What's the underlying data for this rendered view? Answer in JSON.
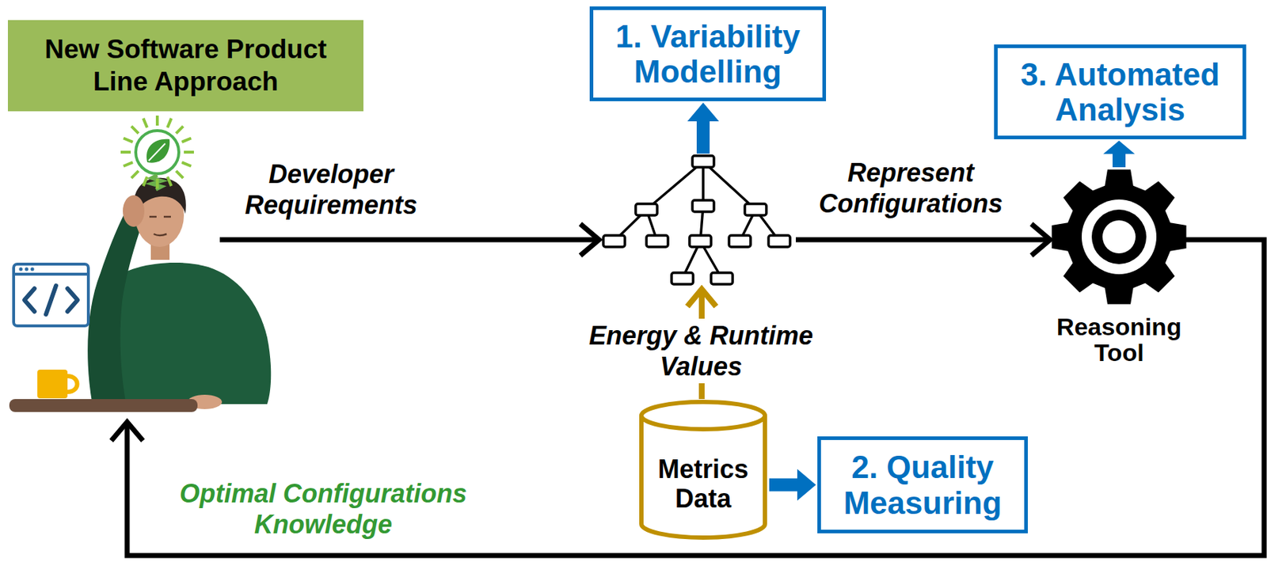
{
  "diagram": {
    "nodes": [
      {
        "text": [
          "New Software Product Line Approach"
        ]
      },
      {
        "text": [
          "1. Variability Modelling"
        ]
      },
      {
        "text": [
          "3. Automated Analysis"
        ]
      },
      {
        "text": [
          "Reasoning Tool"
        ]
      },
      {
        "text": [
          "Metrics Data"
        ]
      },
      {
        "text": [
          "2. Quality Measuring"
        ]
      }
    ],
    "edges": [
      {
        "from": 3,
        "to": 2,
        "arrow": "to"
      },
      {
        "from": 4,
        "to": 5,
        "arrow": "to"
      }
    ],
    "labels": [
      "Developer Requirements",
      "Represent Configurations",
      "Energy & Runtime Values",
      "Optimal Configurations Knowledge"
    ]
  }
}
